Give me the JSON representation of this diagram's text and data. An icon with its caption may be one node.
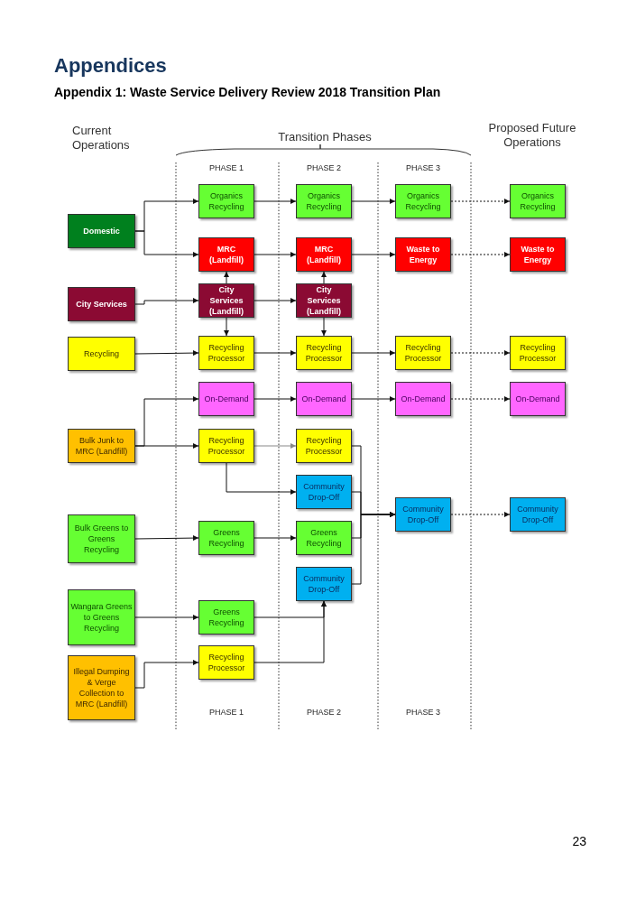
{
  "diagram": {
    "title": "Appendices",
    "nodes": [
      {
        "text": [
          "Domestic"
        ]
      },
      {
        "text": [
          "City Services"
        ]
      },
      {
        "text": [
          "Recycling"
        ]
      },
      {
        "text": [
          "Bulk Junk to MRC (Landfill)"
        ]
      },
      {
        "text": [
          "Bulk Greens to Greens Recycling"
        ]
      },
      {
        "text": [
          "Wangara Greens to Greens Recycling"
        ]
      },
      {
        "text": [
          "Illegal Dumping & Verge Collection to MRC (Landfill)"
        ]
      },
      {
        "text": [
          "Organics Recycling"
        ]
      },
      {
        "text": [
          "MRC (Landfill)"
        ]
      },
      {
        "text": [
          "City Services (Landfill)"
        ]
      },
      {
        "text": [
          "Recycling Processor"
        ]
      },
      {
        "text": [
          "On-Demand"
        ]
      },
      {
        "text": [
          "Recycling Processor"
        ]
      },
      {
        "text": [
          "Greens Recycling"
        ]
      },
      {
        "text": [
          "Greens Recycling"
        ]
      },
      {
        "text": [
          "Recycling Processor"
        ]
      },
      {
        "text": [
          "Organics Recycling"
        ]
      },
      {
        "text": [
          "MRC (Landfill)"
        ]
      },
      {
        "text": [
          "City Services (Landfill)"
        ]
      },
      {
        "text": [
          "Recycling Processor"
        ]
      },
      {
        "text": [
          "On-Demand"
        ]
      },
      {
        "text": [
          "Recycling Processor"
        ]
      },
      {
        "text": [
          "Community Drop-Off"
        ]
      },
      {
        "text": [
          "Greens Recycling"
        ]
      },
      {
        "text": [
          "Community Drop-Off"
        ]
      },
      {
        "text": [
          "Organics Recycling"
        ]
      },
      {
        "text": [
          "Waste to Energy"
        ]
      },
      {
        "text": [
          "Recycling Processor"
        ]
      },
      {
        "text": [
          "On-Demand"
        ]
      },
      {
        "text": [
          "Community Drop-Off"
        ]
      },
      {
        "text": [
          "Organics Recycling"
        ]
      },
      {
        "text": [
          "Waste to Energy"
        ]
      },
      {
        "text": [
          "Recycling Processor"
        ]
      },
      {
        "text": [
          "On-Demand"
        ]
      },
      {
        "text": [
          "Community Drop-Off"
        ]
      }
    ],
    "edges": [
      {
        "from": 0,
        "to": 7,
        "arrow": "to"
      },
      {
        "from": 0,
        "to": 8,
        "arrow": "to"
      },
      {
        "from": 9,
        "to": 8,
        "arrow": "to"
      },
      {
        "from": 9,
        "to": 10,
        "arrow": "to"
      },
      {
        "from": 1,
        "to": 9,
        "arrow": "to"
      },
      {
        "from": 2,
        "to": 10,
        "arrow": "to"
      },
      {
        "from": 7,
        "to": 16,
        "arrow": "to"
      },
      {
        "from": 8,
        "to": 17,
        "arrow": "to"
      },
      {
        "from": 18,
        "to": 17,
        "arrow": "to"
      },
      {
        "from": 18,
        "to": 19,
        "arrow": "to"
      },
      {
        "from": 9,
        "to": 18,
        "arrow": "to"
      },
      {
        "from": 10,
        "to": 19,
        "arrow": "to"
      },
      {
        "from": 16,
        "to": 25,
        "arrow": "to"
      },
      {
        "from": 17,
        "to": 26,
        "arrow": "to"
      },
      {
        "from": 19,
        "to": 27,
        "arrow": "to"
      },
      {
        "from": 3,
        "to": 11,
        "arrow": "to"
      },
      {
        "from": 3,
        "to": 12,
        "arrow": "to"
      },
      {
        "from": 11,
        "to": 20,
        "arrow": "to"
      },
      {
        "from": 12,
        "to": 21,
        "arrow": "to",
        "color": "#888888"
      },
      {
        "from": 12,
        "to": 22,
        "arrow": "to"
      },
      {
        "from": 4,
        "to": 13,
        "arrow": "to"
      },
      {
        "from": 13,
        "to": 23,
        "arrow": "to"
      },
      {
        "from": 5,
        "to": 14,
        "arrow": "to"
      },
      {
        "from": 14,
        "to": 24,
        "arrow": "to"
      },
      {
        "from": 6,
        "to": 15,
        "arrow": "to"
      },
      {
        "from": 15,
        "to": 24,
        "arrow": "to"
      },
      {
        "from": 20,
        "to": 28,
        "arrow": "to"
      },
      {
        "from": 21,
        "to": 29,
        "arrow": "to"
      },
      {
        "from": 22,
        "to": 29,
        "arrow": "to"
      },
      {
        "from": 23,
        "to": 29,
        "arrow": "to"
      },
      {
        "from": 24,
        "to": 29,
        "arrow": "to"
      },
      {
        "from": 25,
        "to": 30,
        "arrow": "to",
        "style": "dashed"
      },
      {
        "from": 26,
        "to": 31,
        "arrow": "to",
        "style": "dashed"
      },
      {
        "from": 27,
        "to": 32,
        "arrow": "to",
        "style": "dashed"
      },
      {
        "from": 28,
        "to": 33,
        "arrow": "to",
        "style": "dashed"
      },
      {
        "from": 29,
        "to": 34,
        "arrow": "to",
        "style": "dashed"
      }
    ],
    "labels": [
      "Appendix 1: Waste Service Delivery Review 2018 Transition Plan",
      "Current Operations",
      "Transition Phases",
      "Proposed Future Operations",
      "PHASE 1",
      "PHASE 2",
      "PHASE 3",
      "PHASE 1",
      "PHASE 2",
      "PHASE 3",
      "23"
    ]
  }
}
